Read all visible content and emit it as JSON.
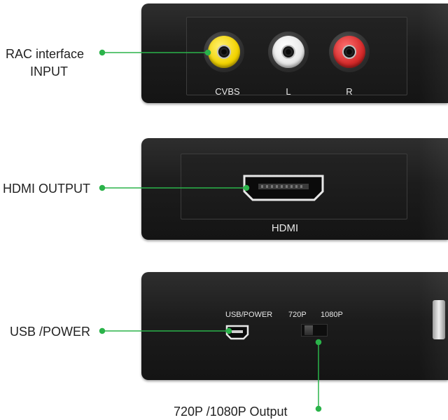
{
  "callouts": {
    "rac_line1": "RAC interface",
    "rac_line2": "INPUT",
    "hdmi": "HDMI OUTPUT",
    "usb": "USB  /POWER",
    "switch": "720P  /1080P Output"
  },
  "ports": {
    "cvbs": "CVBS",
    "left": "L",
    "right": "R",
    "hdmi": "HDMI",
    "usb_power": "USB/POWER",
    "p720": "720P",
    "p1080": "1080P"
  },
  "colors": {
    "leader": "#2bb34a",
    "rca_yellow": "#f2d300",
    "rca_white": "#eeeeee",
    "rca_red": "#d42a2a",
    "device": "#1c1c1c"
  },
  "icons": [
    "rca-jack-icon",
    "hdmi-port-icon",
    "mini-usb-port-icon",
    "slide-switch-icon"
  ]
}
